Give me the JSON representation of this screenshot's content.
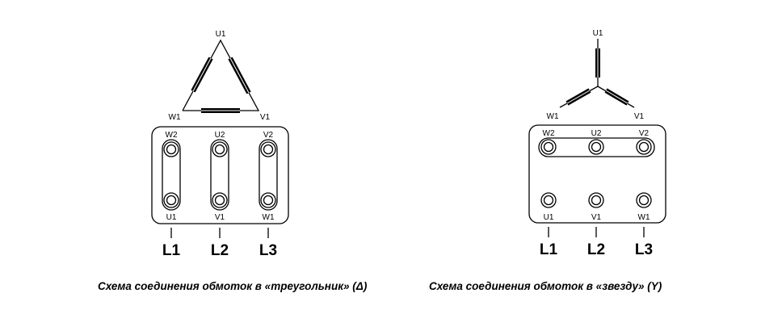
{
  "delta": {
    "winding_labels": {
      "top": "U1",
      "left": "W1",
      "right": "V1"
    },
    "terminals_top": [
      "W2",
      "U2",
      "V2"
    ],
    "terminals_bottom": [
      "U1",
      "V1",
      "W1"
    ],
    "lines": [
      "L1",
      "L2",
      "L3"
    ],
    "caption": "Схема соединения обмоток в «треугольник» (Δ)"
  },
  "star": {
    "winding_labels": {
      "top": "U1",
      "left": "W1",
      "right": "V1"
    },
    "terminals_top": [
      "W2",
      "U2",
      "V2"
    ],
    "terminals_bottom": [
      "U1",
      "V1",
      "W1"
    ],
    "lines": [
      "L1",
      "L2",
      "L3"
    ],
    "caption": "Схема соединения обмоток в «звезду» (Y)"
  }
}
